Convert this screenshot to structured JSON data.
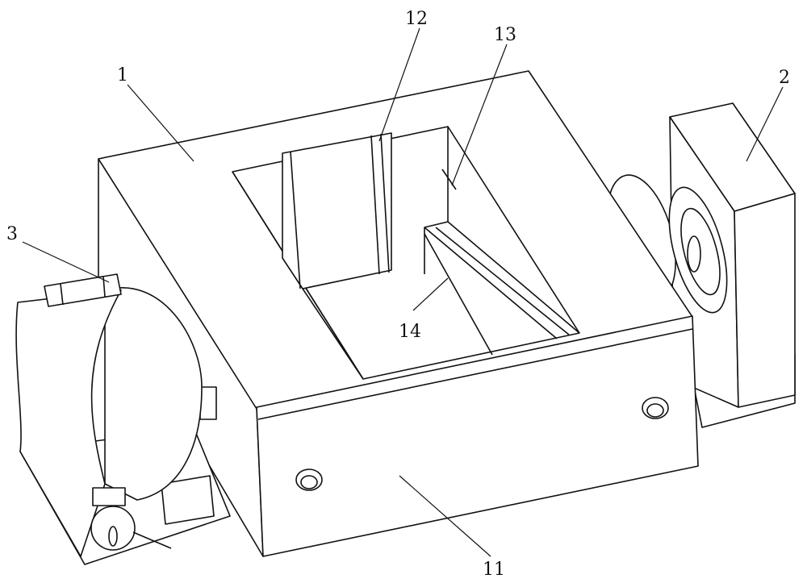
{
  "figure": {
    "labels": {
      "main_body": "1",
      "right_unit": "2",
      "left_unit": "3",
      "front_plate": "11",
      "partition": "12",
      "rod": "13",
      "rail": "14"
    }
  }
}
